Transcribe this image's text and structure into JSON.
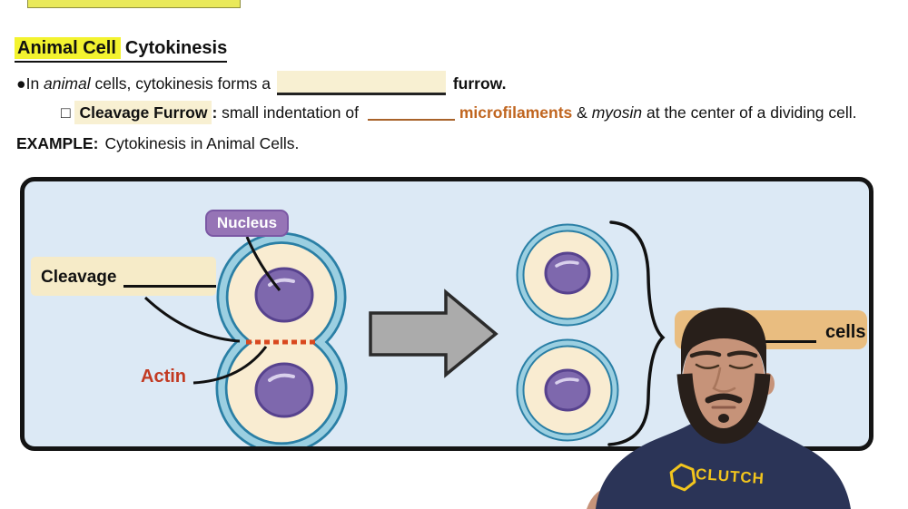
{
  "header": {
    "title_hl": "Animal Cell",
    "title_rest": "Cytokinesis"
  },
  "notes": {
    "line1": {
      "bullet": "●",
      "pre": "In ",
      "italic": "animal",
      "mid": " cells, cytokinesis forms a ",
      "bold_end": "furrow."
    },
    "line2": {
      "square": "□ ",
      "term": "Cleavage Furrow",
      "colon": ":",
      "mid": " small indentation of ",
      "orange_word": "microfilaments",
      "amp": " & ",
      "italic_word": "myosin",
      "end": " at the center of a dividing cell."
    },
    "example": {
      "label": "EXAMPLE:",
      "text": "Cytokinesis in Animal Cells."
    }
  },
  "diagram": {
    "nucleus_label": "Nucleus",
    "cleavage_label": "Cleavage",
    "actin_label": "Actin",
    "cells_label": "cells"
  },
  "webcam": {
    "shirt_logo": "CLUTCH"
  },
  "colors": {
    "highlight_yellow": "#f3f32f",
    "highlight_cream": "#f8f0d2",
    "orange_text": "#c0651f",
    "actin_red": "#c23a22",
    "diagram_bg": "#dce9f5",
    "cell_fill": "#f9ecd1",
    "membrane_teal": "#2a7fa5",
    "membrane_light": "#9bcfe1",
    "nucleus_purple": "#7e68ad",
    "nucleus_label_bg": "#9674b6",
    "cells_box_tan": "#e9bd80",
    "arrow_gray": "#ababab",
    "shirt_navy": "#2b3457",
    "logo_yellow": "#f2c51d"
  }
}
